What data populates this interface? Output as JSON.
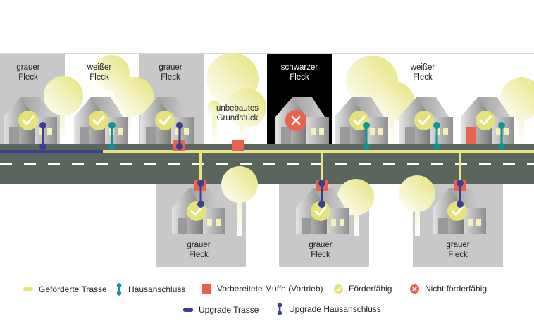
{
  "colors": {
    "road": "#5a655e",
    "grey_zone": "#c8c8c8",
    "black_zone": "#000000",
    "funded_trasse": "#e8e47e",
    "upgrade_trasse": "#3a3f8f",
    "house_connection": "#0e9494",
    "upgrade_connection": "#3a3f8f",
    "muffe": "#ea6150",
    "eligible": "#e6e27a",
    "not_eligible": "#ea6150",
    "tree": "#ece98e"
  },
  "zones_top": [
    {
      "type": "grey",
      "line1": "grauer",
      "line2": "Fleck"
    },
    {
      "type": "white",
      "line1": "weißer",
      "line2": "Fleck"
    },
    {
      "type": "grey",
      "line1": "grauer",
      "line2": "Fleck"
    },
    {
      "type": "empty",
      "line1": "unbebautes",
      "line2": "Grundstück"
    },
    {
      "type": "black",
      "line1": "schwarzer",
      "line2": "Fleck"
    },
    {
      "type": "white",
      "line1": "weißer",
      "line2": "Fleck"
    }
  ],
  "zones_bottom": [
    {
      "type": "grey",
      "line1": "grauer",
      "line2": "Fleck"
    },
    {
      "type": "grey",
      "line1": "grauer",
      "line2": "Fleck"
    },
    {
      "type": "grey",
      "line1": "grauer",
      "line2": "Fleck"
    }
  ],
  "houses_top": [
    {
      "status": "eligible",
      "connection": "upgrade",
      "muffe": false
    },
    {
      "status": "eligible",
      "connection": "funded",
      "muffe": false
    },
    {
      "status": "eligible",
      "connection": "upgrade",
      "muffe": true
    },
    {
      "status": "not_eligible",
      "connection": "none",
      "muffe": false
    },
    {
      "status": "eligible",
      "connection": "funded",
      "muffe": false
    },
    {
      "status": "eligible",
      "connection": "funded",
      "muffe": false
    },
    {
      "status": "eligible",
      "connection": "funded",
      "muffe": false,
      "red_door": true
    }
  ],
  "houses_bottom": [
    {
      "status": "eligible",
      "connection": "upgrade",
      "muffe": true
    },
    {
      "status": "eligible",
      "connection": "upgrade",
      "muffe": true
    },
    {
      "status": "eligible",
      "connection": "upgrade",
      "muffe": true
    }
  ],
  "legend": [
    {
      "icon": "funded-trasse-icon",
      "label": "Geförderte Trasse"
    },
    {
      "icon": "house-connection-icon",
      "label": "Hausanschluss"
    },
    {
      "icon": "muffe-icon",
      "label": "Vorbereitete Muffe (Vortrieb)"
    },
    {
      "icon": "eligible-icon",
      "label": "Förderfähig"
    },
    {
      "icon": "not-eligible-icon",
      "label": "Nicht förderfähig"
    },
    {
      "icon": "upgrade-trasse-icon",
      "label": "Upgrade Trasse"
    },
    {
      "icon": "upgrade-connection-icon",
      "label": "Upgrade Hausanschluss"
    }
  ]
}
